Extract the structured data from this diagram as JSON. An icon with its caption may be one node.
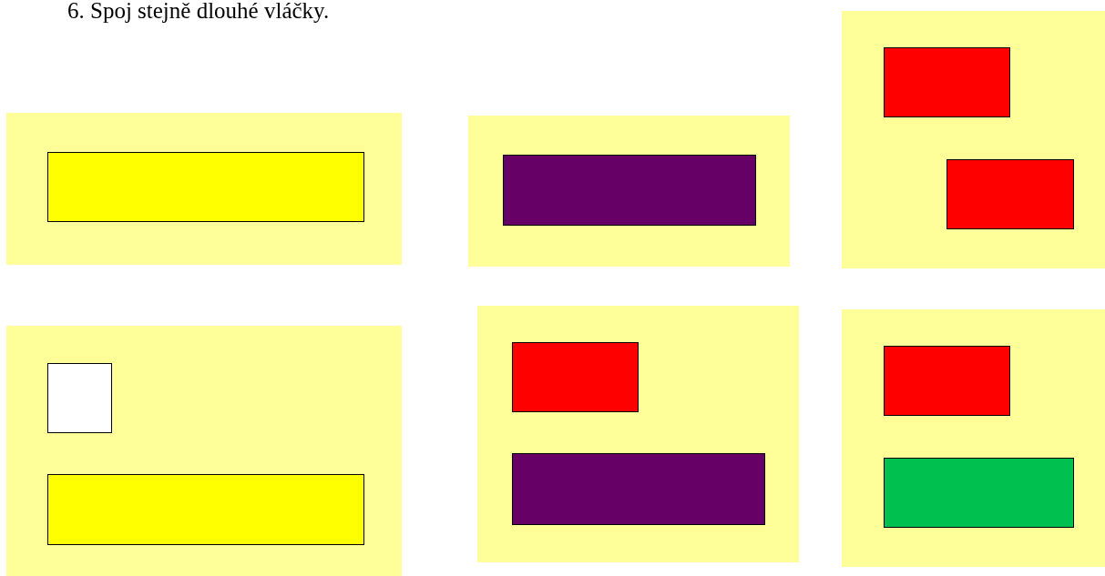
{
  "diagram": {
    "title": "6. Spoj stejně dlouhé vláčky.",
    "nodes": [
      {
        "text": [],
        "shape": "box"
      },
      {
        "text": [],
        "shape": "bar",
        "in": 0
      },
      {
        "text": [],
        "shape": "box"
      },
      {
        "text": [],
        "shape": "bar",
        "in": 2
      },
      {
        "text": [],
        "shape": "box"
      },
      {
        "text": [],
        "shape": "bar",
        "in": 4
      },
      {
        "text": [],
        "shape": "bar",
        "in": 4
      },
      {
        "text": [],
        "shape": "box"
      },
      {
        "text": [],
        "shape": "bar",
        "in": 7
      },
      {
        "text": [],
        "shape": "bar",
        "in": 7
      },
      {
        "text": [],
        "shape": "box"
      },
      {
        "text": [],
        "shape": "bar",
        "in": 10
      },
      {
        "text": [],
        "shape": "bar",
        "in": 10
      },
      {
        "text": [],
        "shape": "box"
      },
      {
        "text": [],
        "shape": "bar",
        "in": 13
      },
      {
        "text": [],
        "shape": "bar",
        "in": 13
      }
    ],
    "edges": []
  }
}
